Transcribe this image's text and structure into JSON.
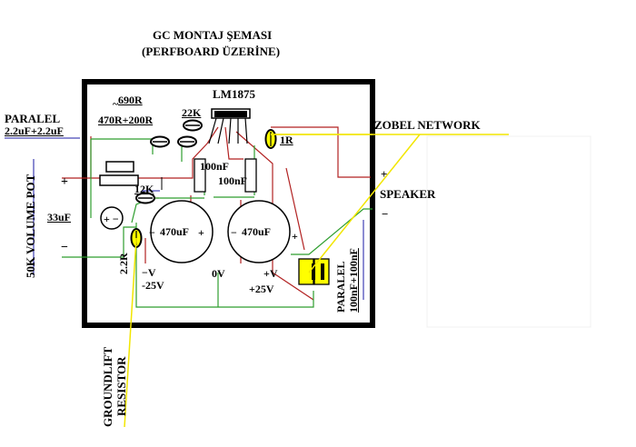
{
  "title": {
    "line1": "GC MONTAJ ŞEMASI",
    "line2": "(PERFBOARD ÜZERİNE)"
  },
  "labels": {
    "chip": "LM1875",
    "r690": "690R",
    "r470_200": "470R+200R",
    "r22k": "22K",
    "r1r": "1R",
    "r12k": "12K",
    "paralel_left_1": "PARALEL",
    "paralel_left_2": "2.2uF+2.2uF",
    "volume_pot": "50K  VOLUME POT",
    "c33uf": "33uF",
    "c100nf_a": "100nF",
    "c100nf_b": "100nF",
    "cap_left": "470uF",
    "cap_right": "470uF",
    "r2_2r": "2.2R",
    "minus_v": "−V",
    "minus_25v": "-25V",
    "zero_v": "0V",
    "plus_v": "+V",
    "plus_25v": "+25V",
    "zobel": "ZOBEL NETWORK",
    "speaker": "SPEAKER",
    "paralel_right_1": "PARALEL",
    "paralel_right_2": "100nF+100nF",
    "groundlift_1": "GROUNDLIFT",
    "groundlift_2": "RESISTOR",
    "plus": "+",
    "minus": "−",
    "pm": "+ −"
  },
  "colors": {
    "board": "#000000",
    "wire_red": "#b22222",
    "wire_green": "#2e9e2e",
    "pointer_yellow": "#f2e600",
    "component_fill": "#ffff00",
    "underline_blue": "#1a1aa6"
  }
}
